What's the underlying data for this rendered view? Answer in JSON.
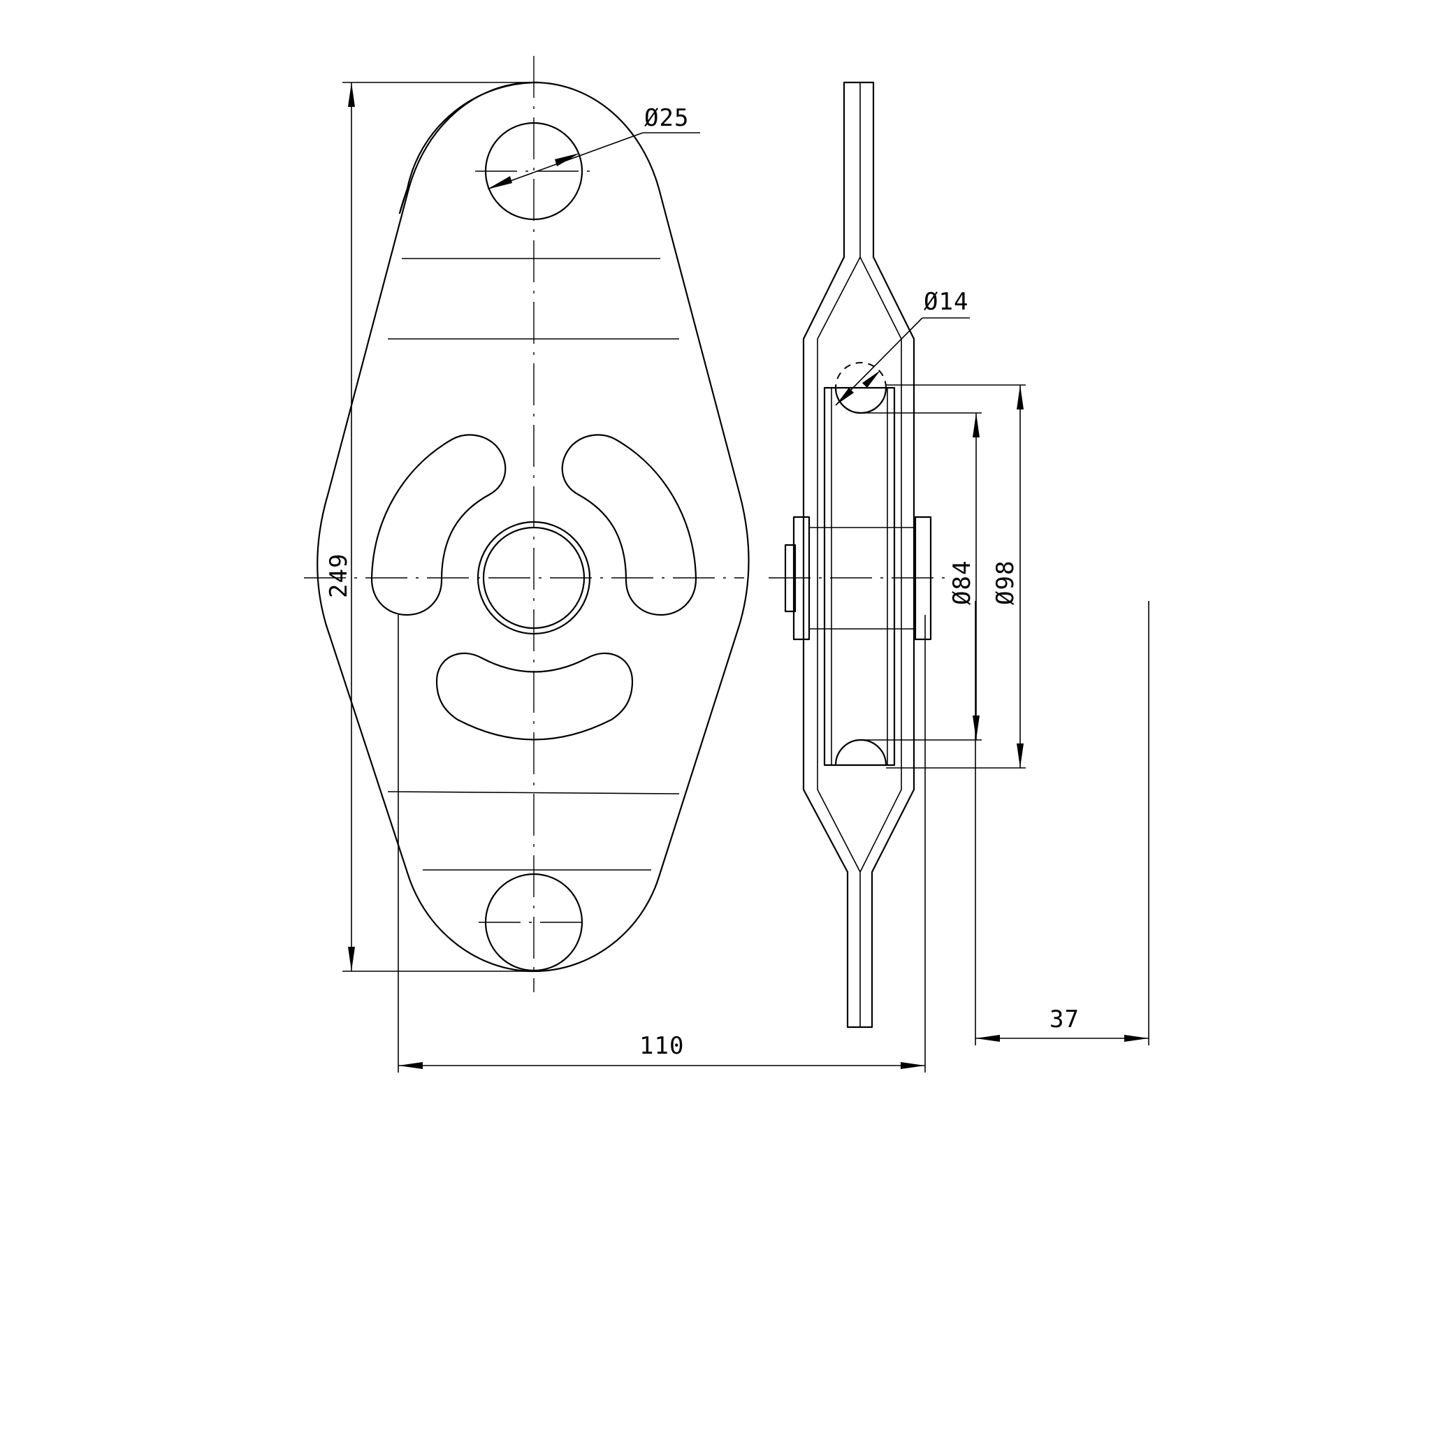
{
  "drawing": {
    "stroke_color": "#000000",
    "background_color": "#ffffff"
  },
  "dimensions": {
    "eye_hole_diameter": "Ø25",
    "rope_diameter": "Ø14",
    "sheave_root_diameter": "Ø84",
    "sheave_outer_diameter": "Ø98",
    "overall_height": "249",
    "overall_width": "110",
    "overall_thickness": "37"
  }
}
